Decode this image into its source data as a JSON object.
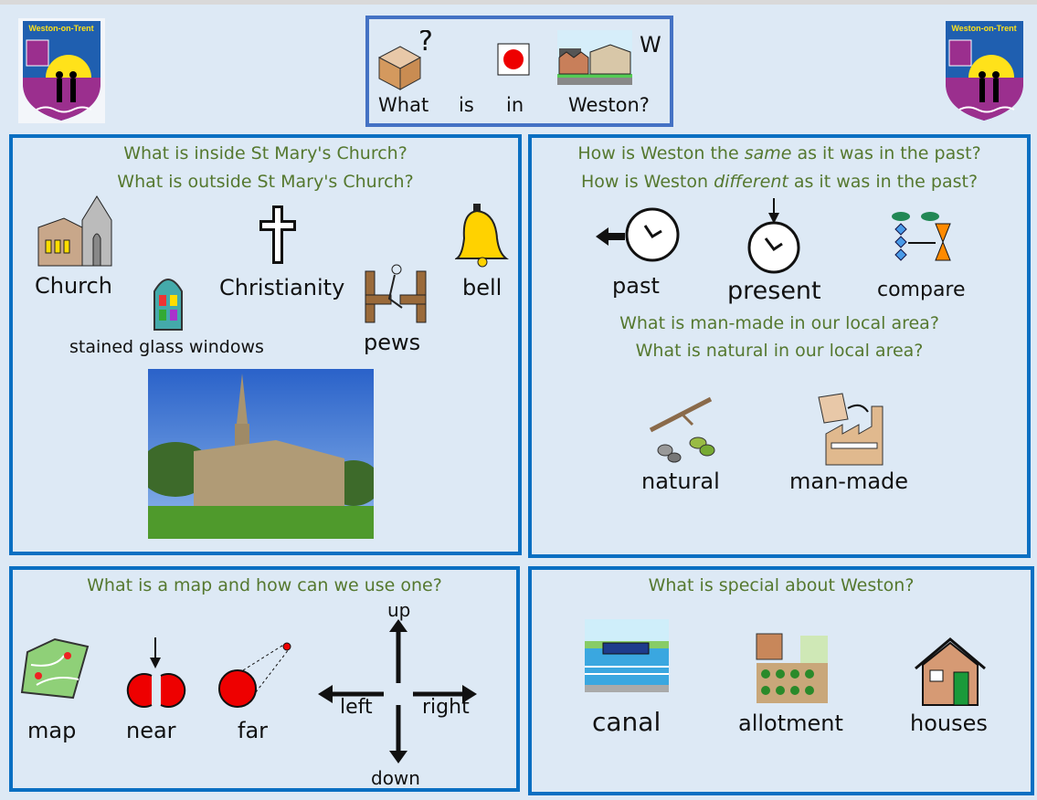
{
  "header": {
    "logo_text": "Weston-on-Trent",
    "title_words": [
      "What",
      "is",
      "in",
      "Weston?"
    ],
    "title_w_letter": "W"
  },
  "church_panel": {
    "questions": [
      "What is inside St Mary's Church?",
      "What is outside St Mary's Church?"
    ],
    "labels": {
      "church": "Church",
      "christianity": "Christianity",
      "bell": "bell",
      "stained_glass": "stained glass windows",
      "pews": "pews"
    }
  },
  "past_panel": {
    "q1": {
      "pre": "How is Weston the ",
      "em": "same",
      "post": " as it was in the past?"
    },
    "q2": {
      "pre": "How is Weston ",
      "em": "different",
      "post": " as it was in the past?"
    },
    "labels": {
      "past": "past",
      "present": "present",
      "compare": "compare",
      "natural": "natural",
      "man_made": "man-made"
    },
    "questions2": [
      "What is man-made in our local area?",
      "What is natural in our local area?"
    ]
  },
  "map_panel": {
    "question": "What is a map and how can we use one?",
    "labels": {
      "map": "map",
      "near": "near",
      "far": "far",
      "up": "up",
      "down": "down",
      "left": "left",
      "right": "right"
    }
  },
  "special_panel": {
    "question": "What is special about Weston?",
    "labels": {
      "canal": "canal",
      "allotment": "allotment",
      "houses": "houses"
    }
  },
  "colors": {
    "border": "#0a6fc2",
    "question_text": "#55782f",
    "background": "#dde9f5"
  }
}
